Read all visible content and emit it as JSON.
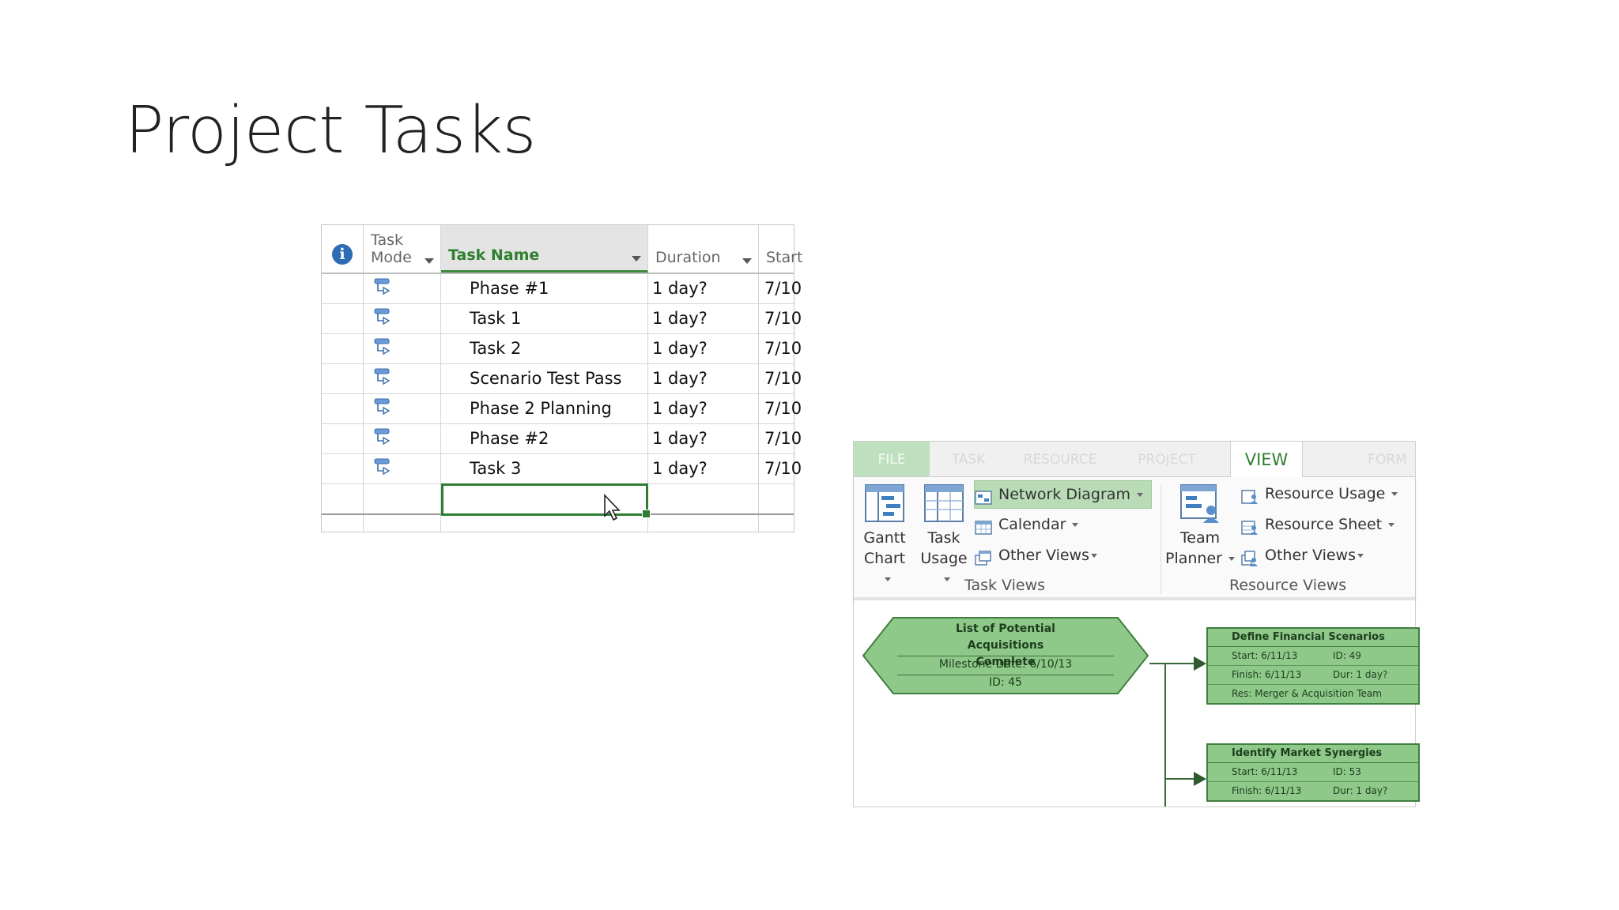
{
  "slide": {
    "title": "Project Tasks"
  },
  "grid": {
    "headers": {
      "info": "i",
      "task_mode_line1": "Task",
      "task_mode_line2": "Mode",
      "task_name": "Task Name",
      "duration": "Duration",
      "start": "Start"
    },
    "rows": [
      {
        "name": "Phase #1",
        "duration": "1 day?",
        "start": "7/10"
      },
      {
        "name": "Task 1",
        "duration": "1 day?",
        "start": "7/10"
      },
      {
        "name": "Task 2",
        "duration": "1 day?",
        "start": "7/10"
      },
      {
        "name": "Scenario Test Pass",
        "duration": "1 day?",
        "start": "7/10"
      },
      {
        "name": "Phase 2 Planning",
        "duration": "1 day?",
        "start": "7/10"
      },
      {
        "name": "Phase #2",
        "duration": "1 day?",
        "start": "7/10"
      },
      {
        "name": "Task 3",
        "duration": "1 day?",
        "start": "7/10"
      }
    ]
  },
  "ribbon": {
    "tabs": {
      "file": "FILE",
      "task": "TASK",
      "resource": "RESOURCE",
      "project": "PROJECT",
      "view": "VIEW",
      "format": "FORM"
    },
    "task_views": {
      "gantt_line1": "Gantt",
      "gantt_line2": "Chart",
      "usage_line1": "Task",
      "usage_line2": "Usage",
      "network_diagram": "Network Diagram",
      "calendar": "Calendar",
      "other_views": "Other Views",
      "group_label": "Task Views"
    },
    "resource_views": {
      "team_line1": "Team",
      "team_line2": "Planner",
      "resource_usage": "Resource Usage",
      "resource_sheet": "Resource Sheet",
      "other_views": "Other Views",
      "group_label": "Resource Views"
    }
  },
  "network": {
    "milestone": {
      "title_line1": "List of Potential Acquisitions",
      "title_line2": "Complete",
      "date": "Milestone Date: 6/10/13",
      "id": "ID: 45"
    },
    "task1": {
      "title": "Define Financial Scenarios",
      "start": "Start: 6/11/13",
      "id": "ID: 49",
      "finish": "Finish: 6/11/13",
      "dur": "Dur: 1 day?",
      "res": "Res:   Merger & Acquisition Team"
    },
    "task2": {
      "title": "Identify Market Synergies",
      "start": "Start: 6/11/13",
      "id": "ID: 53",
      "finish": "Finish: 6/11/13",
      "dur": "Dur: 1 day?"
    }
  },
  "colors": {
    "accent_green": "#2f7f2f",
    "info_blue": "#2e6db4",
    "node_green": "#8fc98a"
  }
}
